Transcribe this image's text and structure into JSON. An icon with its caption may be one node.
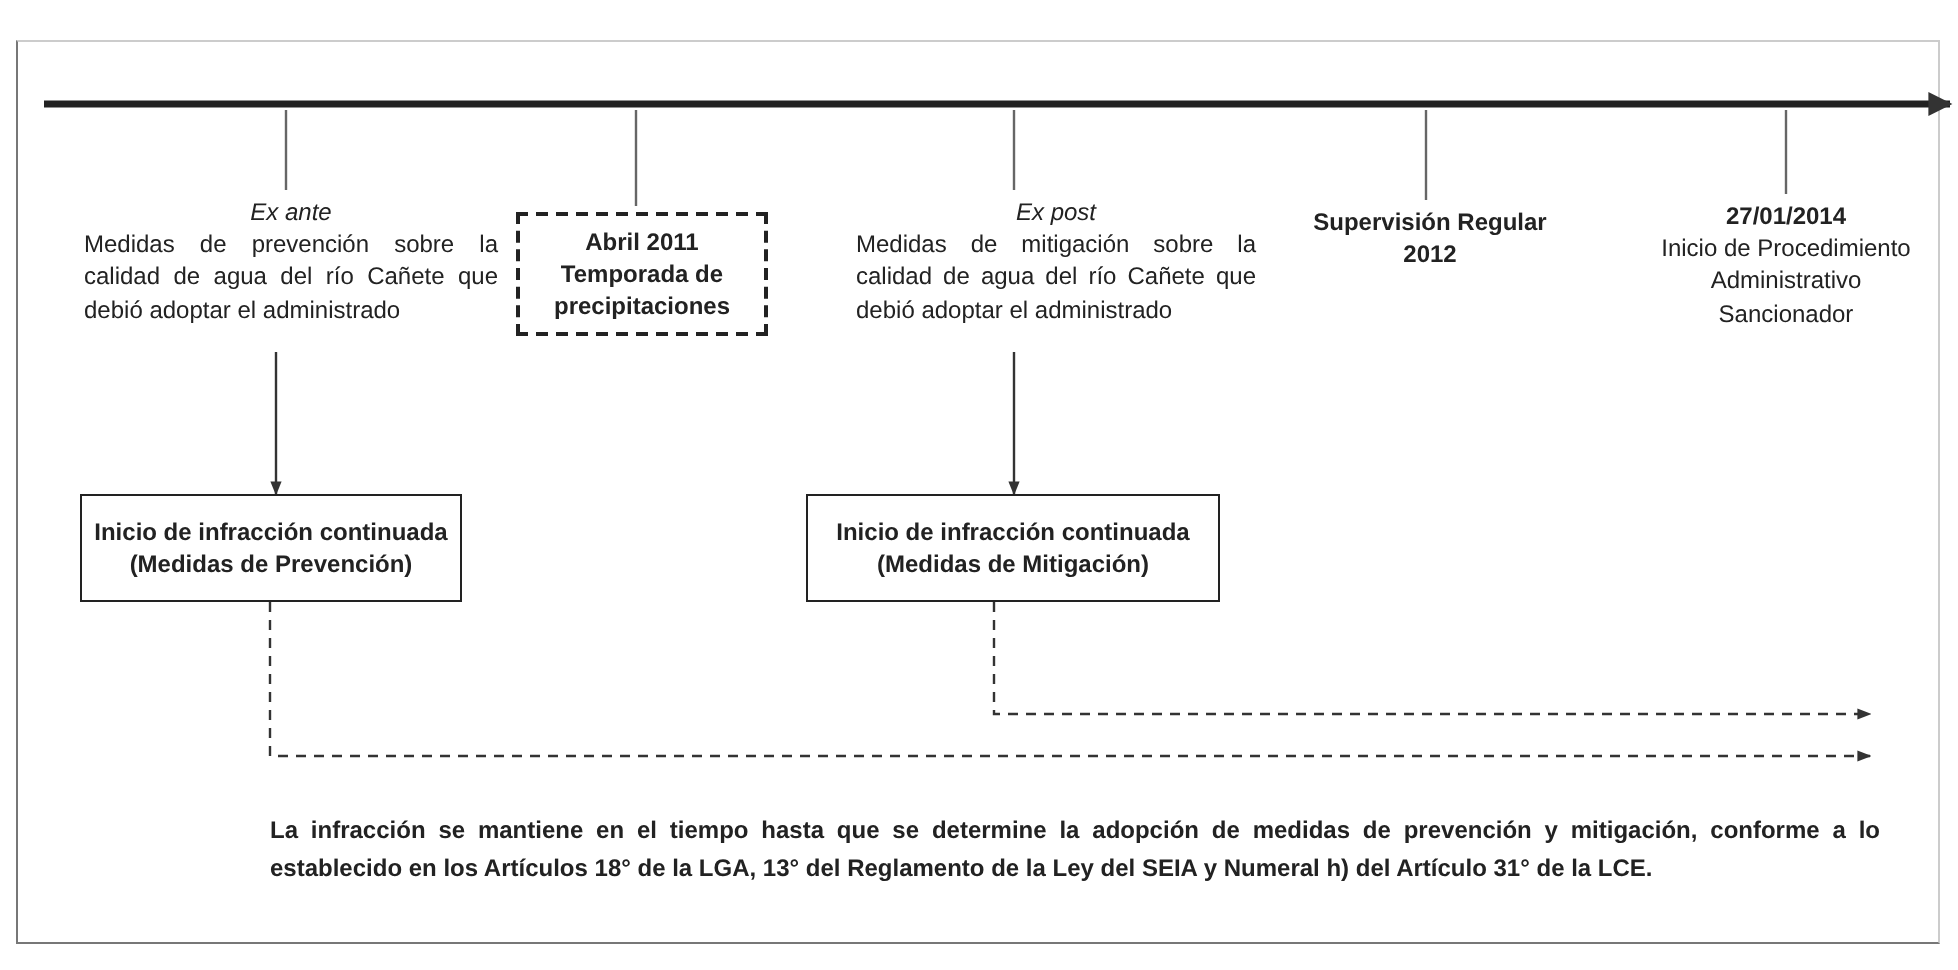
{
  "diagram": {
    "nodes": [
      {
        "text": [
          "Ex ante",
          "Medidas de prevención sobre la calidad de agua del río Cañete que debió adoptar el administrado"
        ]
      },
      {
        "text": [
          "Abril 2011",
          "Temporada de precipitaciones"
        ]
      },
      {
        "text": [
          "Ex post",
          "Medidas de mitigación sobre la calidad de agua del río Cañete que debió adoptar el administrado"
        ]
      },
      {
        "text": [
          "Supervisión Regular 2012"
        ]
      },
      {
        "text": [
          "27/01/2014",
          "Inicio de Procedimiento Administrativo Sancionador"
        ]
      },
      {
        "text": [
          "Inicio de infracción continuada (Medidas de Prevención)"
        ]
      },
      {
        "text": [
          "Inicio de infracción continuada (Medidas de Mitigación)"
        ]
      }
    ],
    "edges": [
      {
        "from": null,
        "to": 0,
        "arrow": "none"
      },
      {
        "from": null,
        "to": 1,
        "arrow": "none"
      },
      {
        "from": null,
        "to": 2,
        "arrow": "none"
      },
      {
        "from": null,
        "to": 3,
        "arrow": "none"
      },
      {
        "from": null,
        "to": 4,
        "arrow": "none"
      },
      {
        "from": 0,
        "to": 5,
        "arrow": "to"
      },
      {
        "from": 2,
        "to": 6,
        "arrow": "to"
      },
      {
        "from": 6,
        "to": null,
        "arrow": "to",
        "style": "dashed"
      },
      {
        "from": 5,
        "to": null,
        "arrow": "to",
        "style": "dashed"
      }
    ],
    "labels": [
      "La infracción se mantiene en el tiempo hasta que se determine la adopción de medidas de prevención y mitigación, conforme a lo establecido en los Artículos 18° de la LGA, 13° del Reglamento de la Ley del SEIA y Numeral h) del Artículo 31° de la LCE."
    ]
  }
}
